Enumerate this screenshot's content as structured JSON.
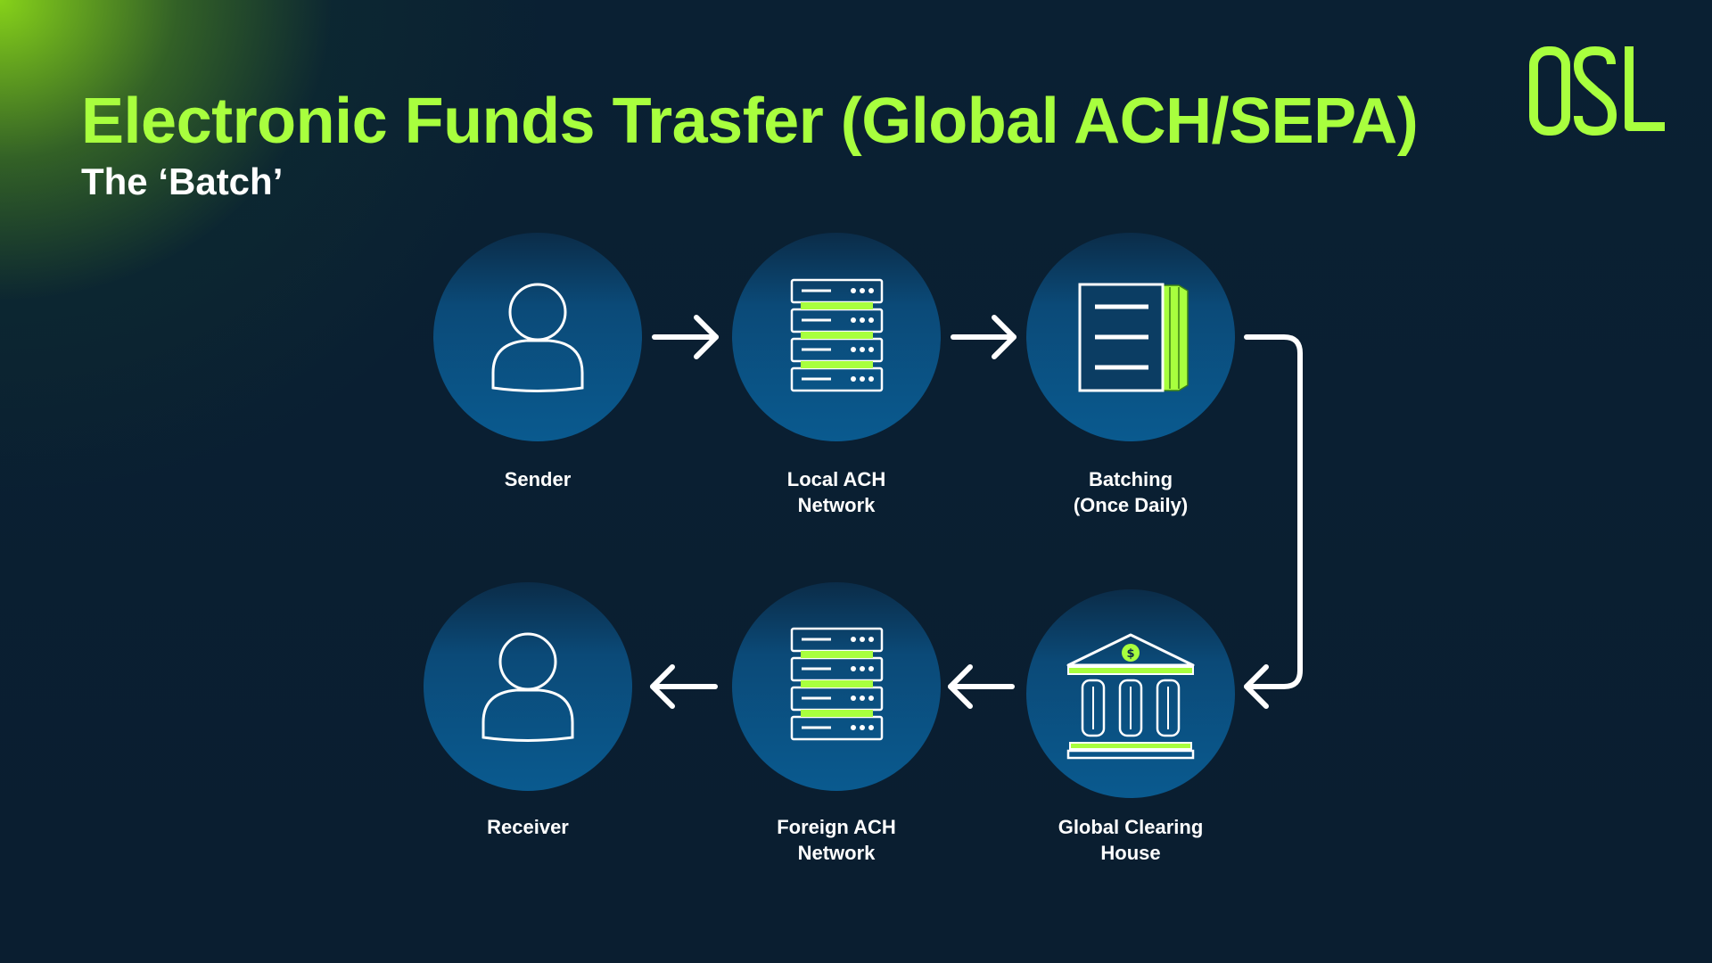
{
  "header": {
    "title": "Electronic Funds Trasfer (Global ACH/SEPA)",
    "subtitle": "The ‘Batch’",
    "logo_text": "OSL"
  },
  "colors": {
    "accent": "#a8ff3e",
    "background": "#0b1f31",
    "node_fill": "#0a4c7c",
    "text": "#ffffff"
  },
  "nodes": [
    {
      "id": "sender",
      "icon": "user-icon",
      "label_lines": [
        "Sender"
      ]
    },
    {
      "id": "local-ach",
      "icon": "server-icon",
      "label_lines": [
        "Local ACH",
        "Network"
      ]
    },
    {
      "id": "batching",
      "icon": "document-stack-icon",
      "label_lines": [
        "Batching",
        "(Once Daily)"
      ]
    },
    {
      "id": "global-clearing",
      "icon": "bank-icon",
      "label_lines": [
        "Global Clearing",
        "House"
      ]
    },
    {
      "id": "foreign-ach",
      "icon": "server-icon",
      "label_lines": [
        "Foreign ACH",
        "Network"
      ]
    },
    {
      "id": "receiver",
      "icon": "user-icon",
      "label_lines": [
        "Receiver"
      ]
    }
  ],
  "edges": [
    {
      "from": "sender",
      "to": "local-ach"
    },
    {
      "from": "local-ach",
      "to": "batching"
    },
    {
      "from": "batching",
      "to": "global-clearing"
    },
    {
      "from": "global-clearing",
      "to": "foreign-ach"
    },
    {
      "from": "foreign-ach",
      "to": "receiver"
    }
  ]
}
